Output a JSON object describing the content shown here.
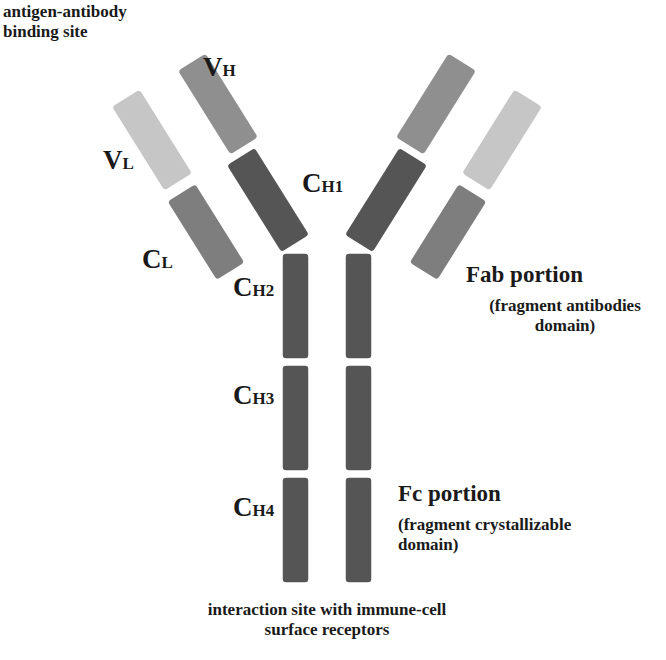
{
  "diagram": {
    "labels": [
      "antigen-antibody binding site",
      "VH",
      "VL",
      "CH1",
      "CL",
      "Fab portion",
      "(fragment antibodies domain)",
      "CH2",
      "CH3",
      "CH4",
      "Fc portion",
      "(fragment crystallizable domain)",
      "interaction site with immune-cell surface receptors"
    ]
  }
}
